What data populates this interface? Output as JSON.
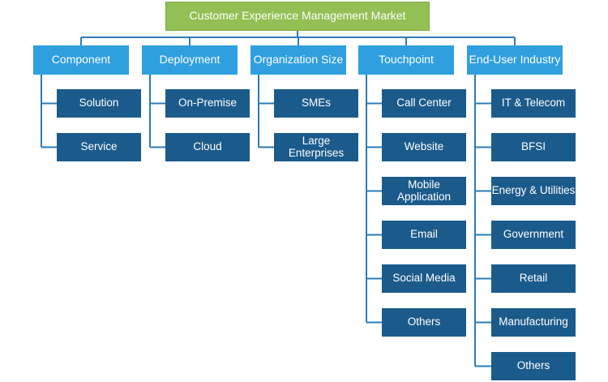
{
  "title": "Customer Experience Management Market",
  "colors": {
    "root": "#92c054",
    "category": "#2f9fe0",
    "leaf": "#1b5b8b",
    "connector": "#2b7bb9"
  },
  "categories": [
    {
      "label": "Component",
      "items": [
        "Solution",
        "Service"
      ]
    },
    {
      "label": "Deployment",
      "items": [
        "On-Premise",
        "Cloud"
      ]
    },
    {
      "label": "Organization Size",
      "items": [
        "SMEs",
        "Large\nEnterprises"
      ]
    },
    {
      "label": "Touchpoint",
      "items": [
        "Call Center",
        "Website",
        "Mobile\nApplication",
        "Email",
        "Social Media",
        "Others"
      ]
    },
    {
      "label": "End-User Industry",
      "items": [
        "IT & Telecom",
        "BFSI",
        "Energy & Utilities",
        "Government",
        "Retail",
        "Manufacturing",
        "Others"
      ]
    }
  ]
}
